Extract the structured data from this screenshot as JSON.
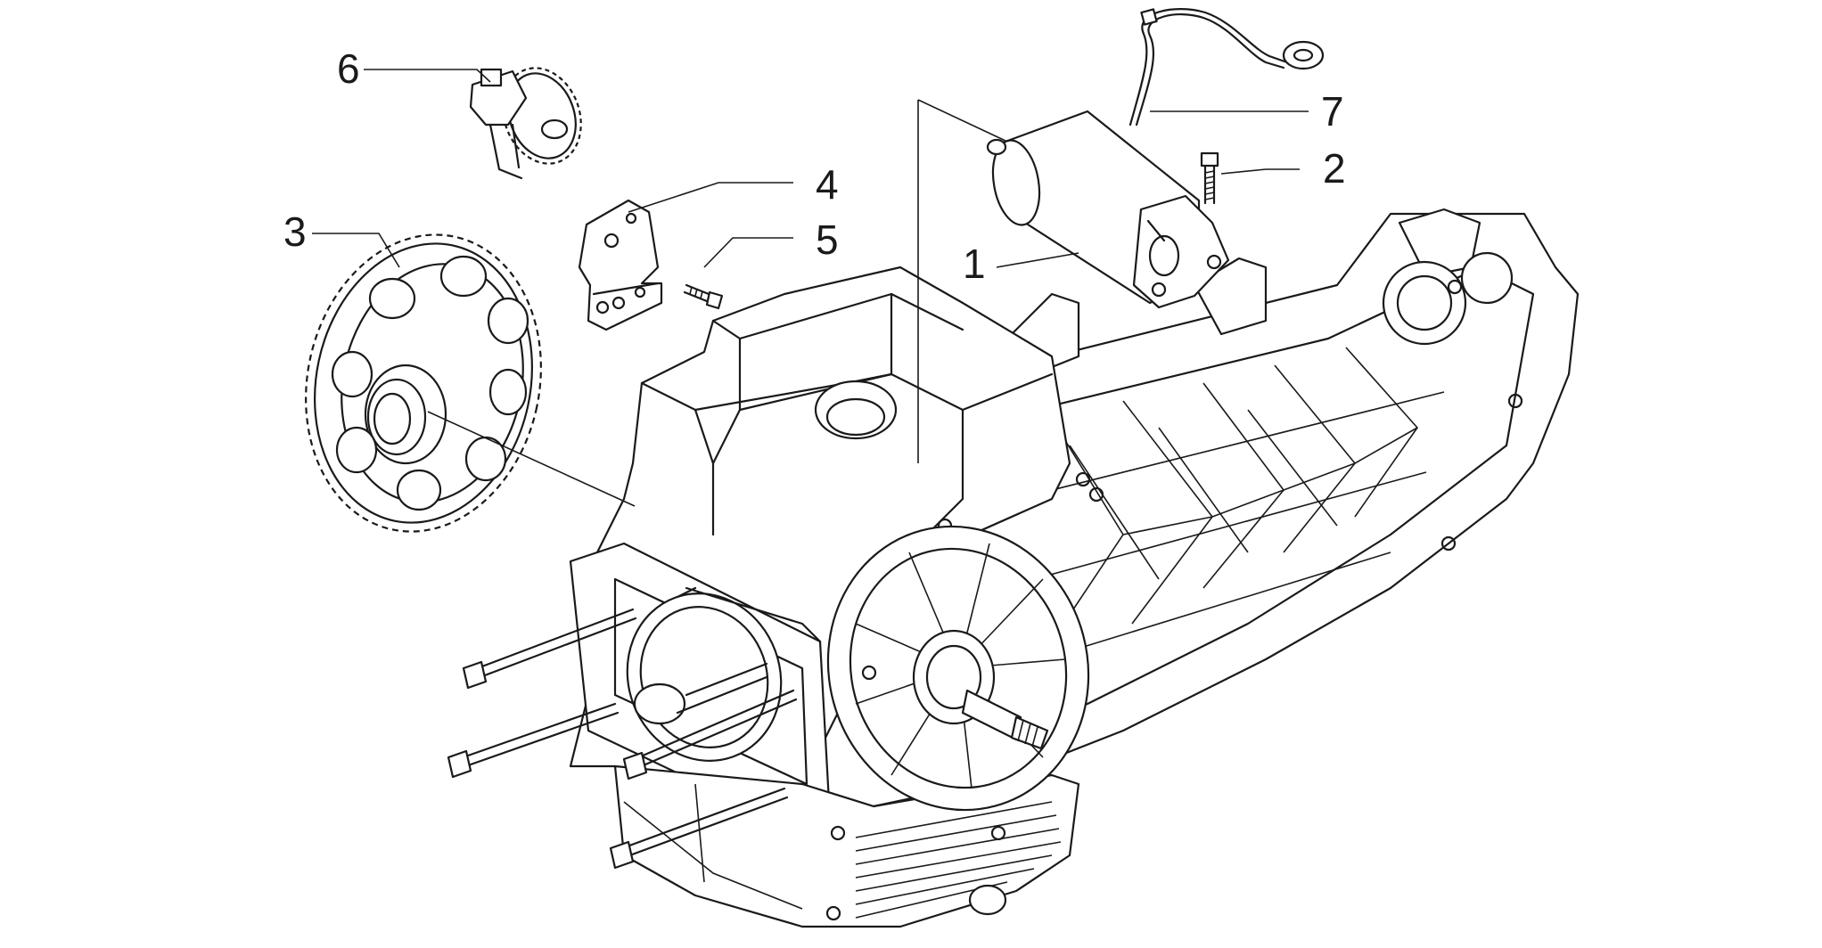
{
  "diagram": {
    "callouts": [
      {
        "id": "1",
        "label": "1"
      },
      {
        "id": "2",
        "label": "2"
      },
      {
        "id": "3",
        "label": "3"
      },
      {
        "id": "4",
        "label": "4"
      },
      {
        "id": "5",
        "label": "5"
      },
      {
        "id": "6",
        "label": "6"
      },
      {
        "id": "7",
        "label": "7"
      }
    ],
    "parts": [
      "crankcase",
      "starter-motor",
      "cable-with-ring-terminal",
      "bolt",
      "gear-wheel",
      "bracket",
      "screw",
      "oil-pump",
      "studs"
    ]
  }
}
